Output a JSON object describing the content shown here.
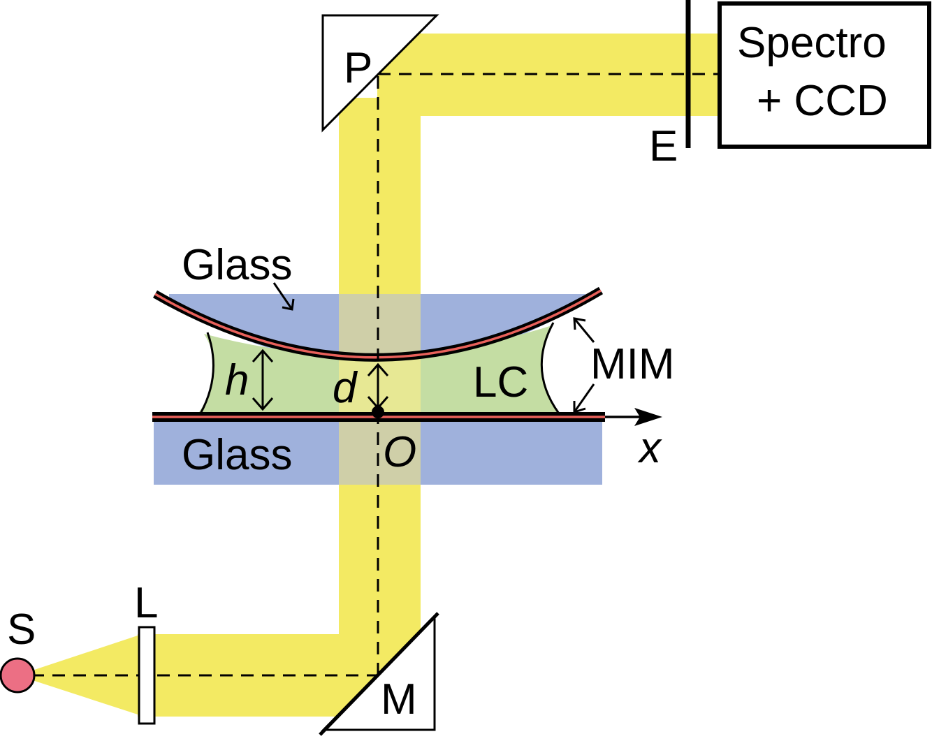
{
  "labels": {
    "source": "S",
    "lens": "L",
    "mirror": "M",
    "prism": "P",
    "filter": "E",
    "spectrometer_line1": "Spectro",
    "spectrometer_line2": "+ CCD",
    "glass_top": "Glass",
    "glass_bottom": "Glass",
    "liquid_crystal": "LC",
    "mim": "MIM",
    "h": "h",
    "d": "d",
    "origin": "O",
    "x_axis": "x"
  },
  "colors": {
    "beam": "#f3ea63",
    "glass": "#9fb1dc",
    "lc": "#c4dda3",
    "mim_layer": "#e9615b",
    "source": "#ec6f84",
    "beam_over_glass": "#cfcfa8",
    "outline": "#000000"
  }
}
